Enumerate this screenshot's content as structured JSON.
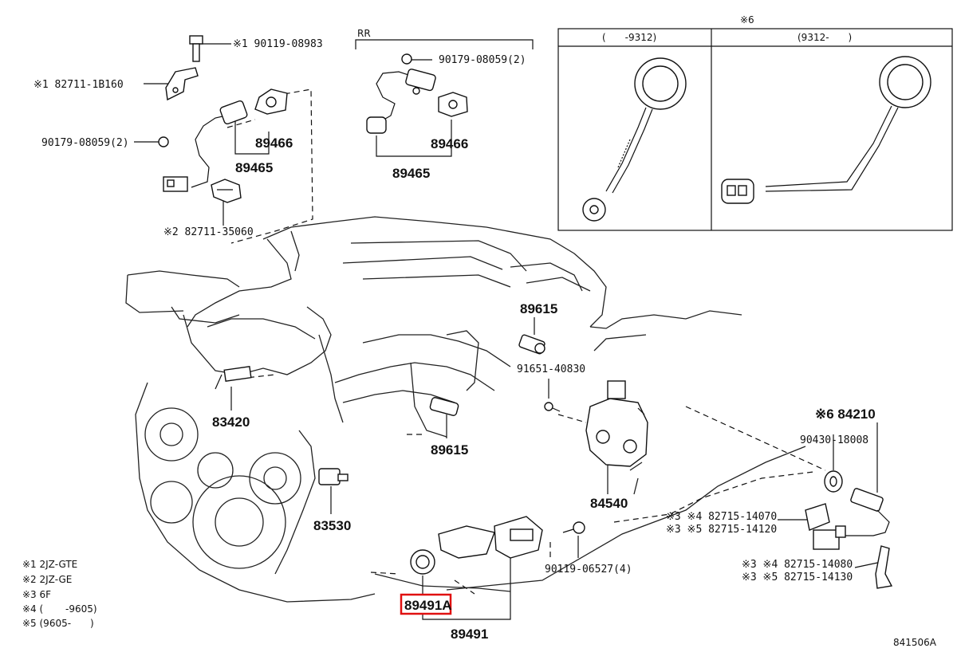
{
  "labels": {
    "ref_90119_08983": "※1 90119-08983",
    "ref_82711_1b160": "※1 82711-1B160",
    "ref_90179_08059_2_left": "90179-08059(2)",
    "ref_89466_left": "89466",
    "ref_89465_left": "89465",
    "ref_82711_35060": "※2 82711-35060",
    "rr_heading": "RR",
    "ref_90179_08059_2_rr": "90179-08059(2)",
    "ref_89466_rr": "89466",
    "ref_89465_rr": "89465",
    "box_heading": "※6",
    "box_left_range": "(　　-9312)",
    "box_right_range": "(9312-　　)",
    "ref_89615_top": "89615",
    "ref_91651_40830": "91651-40830",
    "ref_83420": "83420",
    "ref_89615_bottom": "89615",
    "ref_84540": "84540",
    "ref_83530": "83530",
    "ref_84210": "※6 84210",
    "ref_90430_18008": "90430-18008",
    "ref_82715_14070": "※3 ※4 82715-14070",
    "ref_82715_14120": "※3 ※5 82715-14120",
    "ref_82715_14080": "※3 ※4 82715-14080",
    "ref_82715_14130": "※3 ※5 82715-14130",
    "ref_90119_06527_4": "90119-06527(4)",
    "ref_89491a": "89491A",
    "ref_89491": "89491",
    "diagram_code": "841506A"
  },
  "legend": [
    "※1 2JZ-GTE",
    "※2 2JZ-GE",
    "※3 6F",
    "※4 (　　 -9605)",
    "※5 (9605-　　)"
  ],
  "highlight_color": "#e01010",
  "line_color": "#111111"
}
